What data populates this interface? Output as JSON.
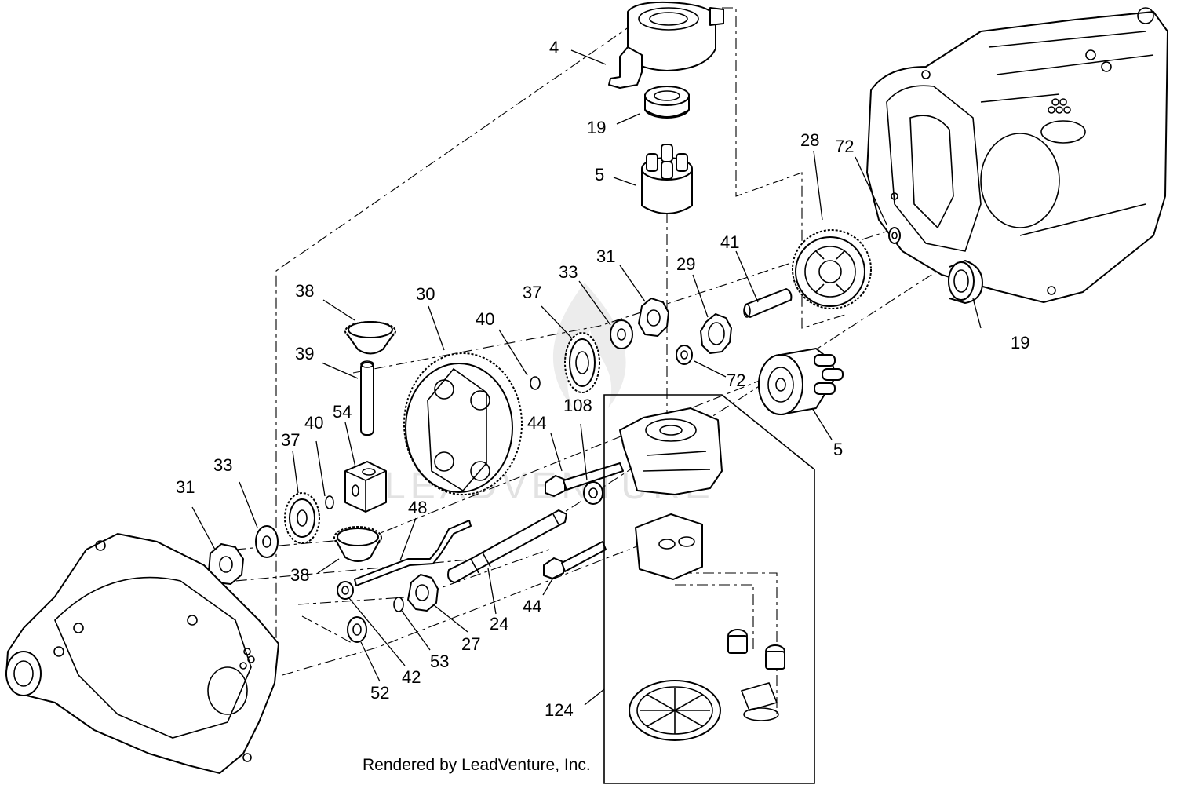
{
  "diagram": {
    "credit": "Rendered by LeadVenture, Inc.",
    "watermark": "LEADVENTURE",
    "callouts": [
      {
        "id": "c4",
        "text": "4"
      },
      {
        "id": "c19a",
        "text": "19"
      },
      {
        "id": "c5a",
        "text": "5"
      },
      {
        "id": "c28",
        "text": "28"
      },
      {
        "id": "c72a",
        "text": "72"
      },
      {
        "id": "c41",
        "text": "41"
      },
      {
        "id": "c29",
        "text": "29"
      },
      {
        "id": "c31a",
        "text": "31"
      },
      {
        "id": "c33a",
        "text": "33"
      },
      {
        "id": "c37a",
        "text": "37"
      },
      {
        "id": "c30",
        "text": "30"
      },
      {
        "id": "c38a",
        "text": "38"
      },
      {
        "id": "c39",
        "text": "39"
      },
      {
        "id": "c40a",
        "text": "40"
      },
      {
        "id": "c19b",
        "text": "19"
      },
      {
        "id": "c72b",
        "text": "72"
      },
      {
        "id": "c5b",
        "text": "5"
      },
      {
        "id": "c108",
        "text": "108"
      },
      {
        "id": "c44a",
        "text": "44"
      },
      {
        "id": "c54",
        "text": "54"
      },
      {
        "id": "c40b",
        "text": "40"
      },
      {
        "id": "c37b",
        "text": "37"
      },
      {
        "id": "c33b",
        "text": "33"
      },
      {
        "id": "c31b",
        "text": "31"
      },
      {
        "id": "c48",
        "text": "48"
      },
      {
        "id": "c38b",
        "text": "38"
      },
      {
        "id": "c24",
        "text": "24"
      },
      {
        "id": "c44b",
        "text": "44"
      },
      {
        "id": "c27",
        "text": "27"
      },
      {
        "id": "c53",
        "text": "53"
      },
      {
        "id": "c42",
        "text": "42"
      },
      {
        "id": "c52",
        "text": "52"
      },
      {
        "id": "c124",
        "text": "124"
      }
    ]
  }
}
